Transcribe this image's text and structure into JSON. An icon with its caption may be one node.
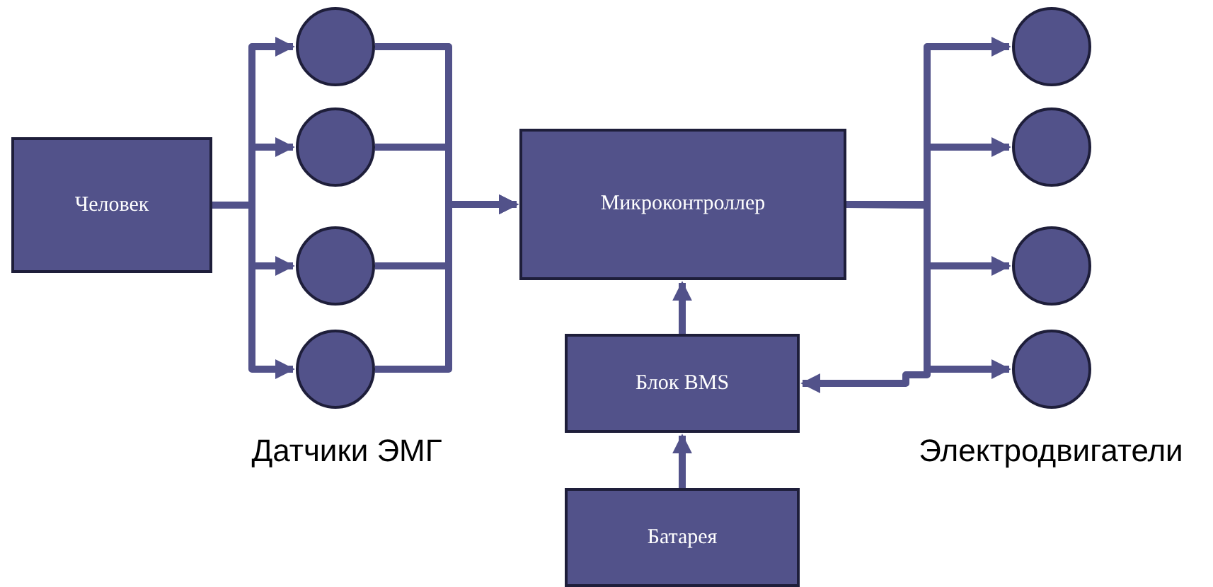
{
  "diagram": {
    "nodes": [
      {
        "text": [
          "Человек"
        ]
      },
      {
        "text": [],
        "shape": "circle"
      },
      {
        "text": [],
        "shape": "circle"
      },
      {
        "text": [],
        "shape": "circle"
      },
      {
        "text": [],
        "shape": "circle"
      },
      {
        "text": [
          "Микроконтроллер"
        ]
      },
      {
        "text": [],
        "shape": "circle"
      },
      {
        "text": [],
        "shape": "circle"
      },
      {
        "text": [],
        "shape": "circle"
      },
      {
        "text": [],
        "shape": "circle"
      },
      {
        "text": [
          "Блок BMS"
        ]
      },
      {
        "text": [
          "Батарея"
        ]
      }
    ],
    "edges": [
      {
        "from": 0,
        "to": 1,
        "arrow": "to"
      },
      {
        "from": 0,
        "to": 2,
        "arrow": "to"
      },
      {
        "from": 0,
        "to": 3,
        "arrow": "to"
      },
      {
        "from": 0,
        "to": 4,
        "arrow": "to"
      },
      {
        "from": 1,
        "to": 5,
        "arrow": "to"
      },
      {
        "from": 2,
        "to": 5,
        "arrow": "to"
      },
      {
        "from": 3,
        "to": 5,
        "arrow": "to"
      },
      {
        "from": 4,
        "to": 5,
        "arrow": "to"
      },
      {
        "from": 5,
        "to": 6,
        "arrow": "to"
      },
      {
        "from": 5,
        "to": 7,
        "arrow": "to"
      },
      {
        "from": 5,
        "to": 8,
        "arrow": "to"
      },
      {
        "from": 5,
        "to": 9,
        "arrow": "to"
      },
      {
        "from": 5,
        "to": 10,
        "arrow": "to"
      },
      {
        "from": 10,
        "to": 5,
        "arrow": "to"
      },
      {
        "from": 11,
        "to": 10,
        "arrow": "to"
      }
    ],
    "labels": [
      "Датчики ЭМГ",
      "Электродвигатели"
    ]
  }
}
